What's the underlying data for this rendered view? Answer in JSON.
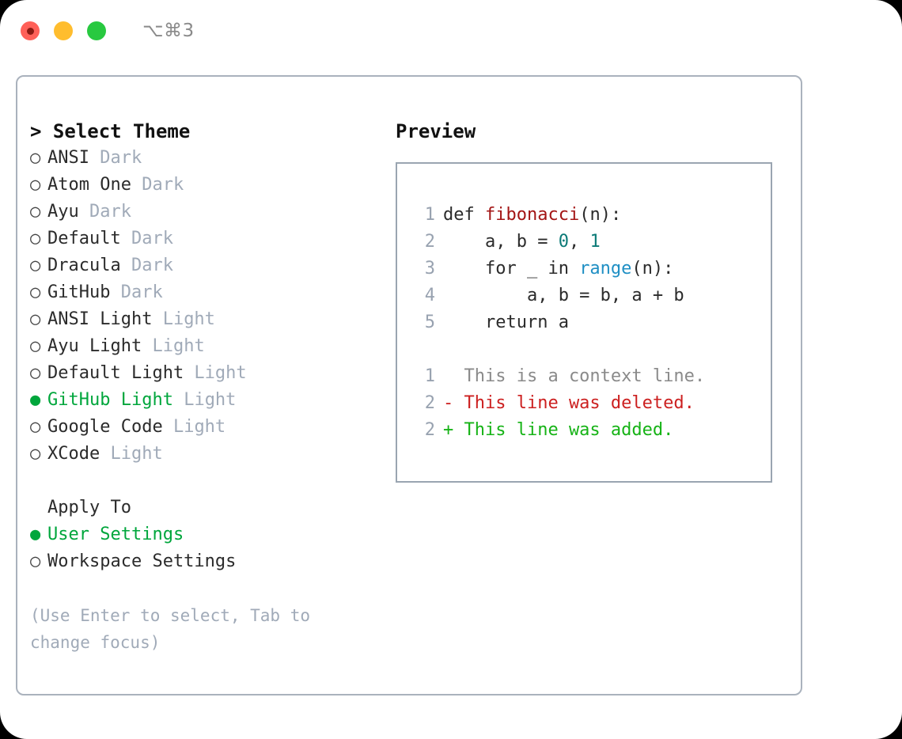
{
  "titlebar": {
    "shortcut": "⌥⌘3",
    "buttons": [
      {
        "name": "close",
        "color": "#ff6058"
      },
      {
        "name": "minimize",
        "color": "#ffbd2e"
      },
      {
        "name": "maximize",
        "color": "#28c940"
      }
    ]
  },
  "colors": {
    "selection_green": "#00a63c",
    "tag_gray": "#a0aab8",
    "panel_border": "#aab2bd",
    "preview_border": "#9aa5b1",
    "diff_added": "#16b316",
    "diff_deleted": "#cc2020",
    "syntax_function": "#a31515",
    "syntax_number": "#0b7a77",
    "syntax_call": "#1f8fc4"
  },
  "theme_list": {
    "header": "> Select Theme",
    "items": [
      {
        "marker": "○",
        "name": "ANSI",
        "tag": "Dark",
        "selected": false
      },
      {
        "marker": "○",
        "name": "Atom One",
        "tag": "Dark",
        "selected": false
      },
      {
        "marker": "○",
        "name": "Ayu",
        "tag": "Dark",
        "selected": false
      },
      {
        "marker": "○",
        "name": "Default",
        "tag": "Dark",
        "selected": false
      },
      {
        "marker": "○",
        "name": "Dracula",
        "tag": "Dark",
        "selected": false
      },
      {
        "marker": "○",
        "name": "GitHub",
        "tag": "Dark",
        "selected": false
      },
      {
        "marker": "○",
        "name": "ANSI Light",
        "tag": "Light",
        "selected": false
      },
      {
        "marker": "○",
        "name": "Ayu Light",
        "tag": "Light",
        "selected": false
      },
      {
        "marker": "○",
        "name": "Default Light",
        "tag": "Light",
        "selected": false
      },
      {
        "marker": "●",
        "name": "GitHub Light",
        "tag": "Light",
        "selected": true
      },
      {
        "marker": "○",
        "name": "Google Code",
        "tag": "Light",
        "selected": false
      },
      {
        "marker": "○",
        "name": "XCode",
        "tag": "Light",
        "selected": false
      }
    ]
  },
  "apply_to": {
    "header": "Apply To",
    "options": [
      {
        "marker": "●",
        "label": "User Settings",
        "selected": true
      },
      {
        "marker": "○",
        "label": "Workspace Settings",
        "selected": false
      }
    ]
  },
  "hint": "(Use Enter to select, Tab to change focus)",
  "preview": {
    "header": "Preview",
    "code_lines": [
      {
        "no": "1",
        "segments": [
          {
            "text": "def ",
            "type": "plain"
          },
          {
            "text": "fibonacci",
            "type": "func"
          },
          {
            "text": "(n):",
            "type": "plain"
          }
        ]
      },
      {
        "no": "2",
        "segments": [
          {
            "text": "    a, b = ",
            "type": "plain"
          },
          {
            "text": "0",
            "type": "num"
          },
          {
            "text": ", ",
            "type": "plain"
          },
          {
            "text": "1",
            "type": "num"
          }
        ]
      },
      {
        "no": "3",
        "segments": [
          {
            "text": "    for _ in ",
            "type": "plain"
          },
          {
            "text": "range",
            "type": "call"
          },
          {
            "text": "(n):",
            "type": "plain"
          }
        ]
      },
      {
        "no": "4",
        "segments": [
          {
            "text": "        a, b = b, a + b",
            "type": "plain"
          }
        ]
      },
      {
        "no": "5",
        "segments": [
          {
            "text": "    return a",
            "type": "plain"
          }
        ]
      }
    ],
    "diff_lines": [
      {
        "no": "1",
        "text": "  This is a context line.",
        "kind": "context"
      },
      {
        "no": "2",
        "text": "- This line was deleted.",
        "kind": "deleted"
      },
      {
        "no": "2",
        "text": "+ This line was added.",
        "kind": "added"
      }
    ]
  }
}
